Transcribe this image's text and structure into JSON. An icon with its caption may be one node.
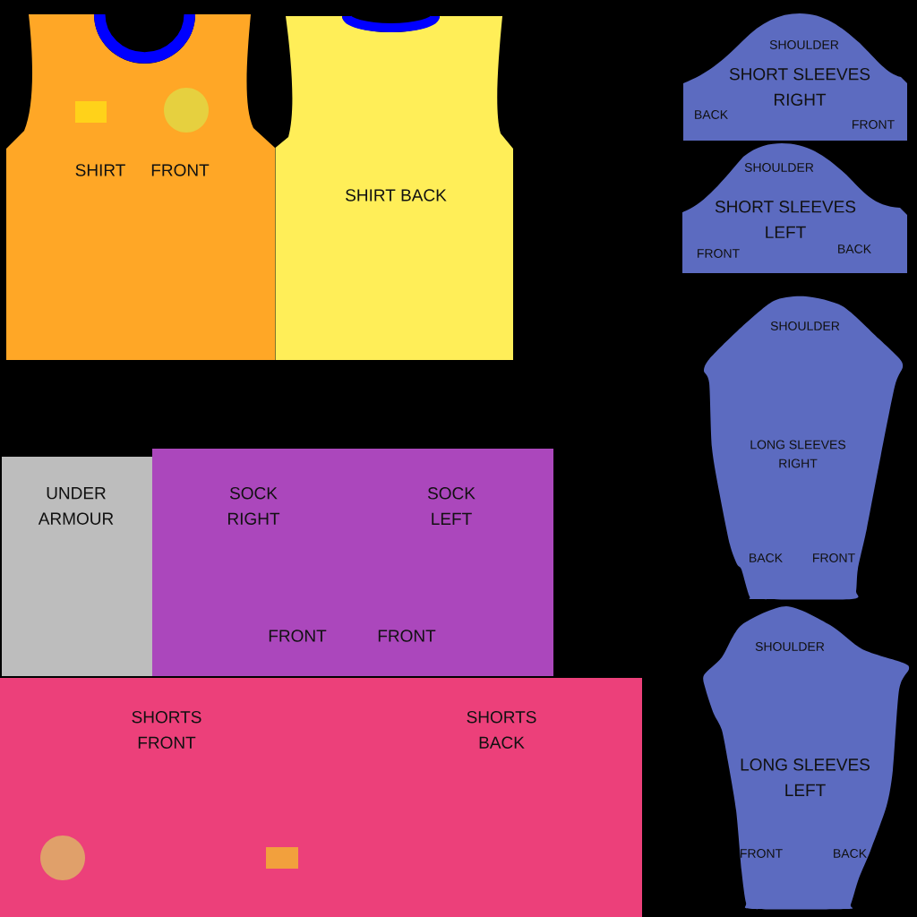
{
  "diagram": {
    "nodes": [
      {
        "text": [
          "SHIRT",
          "FRONT"
        ]
      },
      {
        "text": [
          "SHIRT BACK"
        ]
      },
      {
        "text": [
          "SHOULDER",
          "SHORT SLEEVES RIGHT",
          "BACK",
          "FRONT"
        ]
      },
      {
        "text": [
          "SHOULDER",
          "SHORT SLEEVES LEFT",
          "FRONT",
          "BACK"
        ]
      },
      {
        "text": [
          "SHOULDER",
          "LONG SLEEVES RIGHT",
          "BACK",
          "FRONT"
        ]
      },
      {
        "text": [
          "UNDER ARMOUR"
        ]
      },
      {
        "text": [
          "SOCK RIGHT",
          "SOCK LEFT",
          "FRONT",
          "FRONT"
        ]
      },
      {
        "text": [
          "SHOULDER",
          "LONG SLEEVES LEFT",
          "FRONT",
          "BACK"
        ]
      },
      {
        "text": [
          "SHORTS FRONT",
          "SHORTS BACK"
        ]
      }
    ]
  }
}
